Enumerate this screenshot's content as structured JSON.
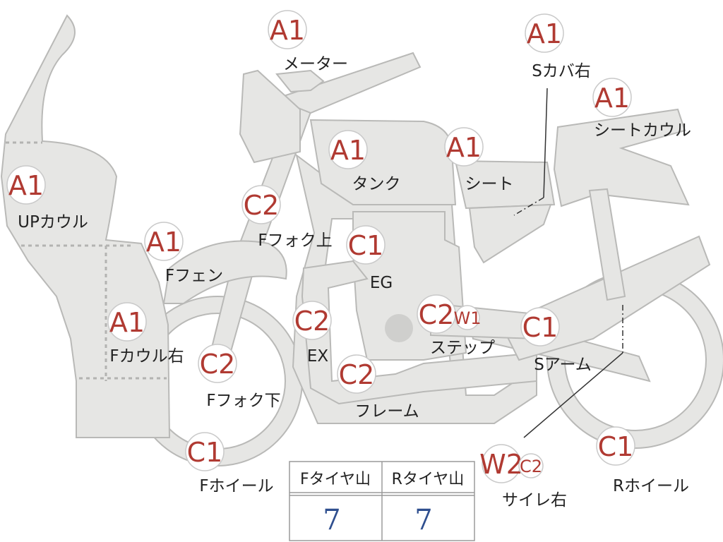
{
  "parts": [
    {
      "id": "up-cowl",
      "grade": "A1",
      "label": "UPカウル"
    },
    {
      "id": "f-cowl-right",
      "grade": "A1",
      "label": "Fカウル右"
    },
    {
      "id": "f-fender",
      "grade": "A1",
      "label": "Fフェン"
    },
    {
      "id": "f-fork-upper",
      "grade": "C2",
      "label": "Fフォク上"
    },
    {
      "id": "f-fork-lower",
      "grade": "C2",
      "label": "Fフォク下"
    },
    {
      "id": "f-wheel",
      "grade": "C1",
      "label": "Fホイール"
    },
    {
      "id": "meter",
      "grade": "A1",
      "label": "メーター"
    },
    {
      "id": "tank",
      "grade": "A1",
      "label": "タンク"
    },
    {
      "id": "seat",
      "grade": "A1",
      "label": "シート"
    },
    {
      "id": "s-cover-right",
      "grade": "A1",
      "label": "Sカバ右"
    },
    {
      "id": "seat-cowl",
      "grade": "A1",
      "label": "シートカウル"
    },
    {
      "id": "engine",
      "grade": "C1",
      "label": "EG"
    },
    {
      "id": "exhaust",
      "grade": "C2",
      "label": "EX"
    },
    {
      "id": "step",
      "grade": "C2",
      "grade2": "W1",
      "label": "ステップ"
    },
    {
      "id": "frame",
      "grade": "C2",
      "label": "フレーム"
    },
    {
      "id": "swing-arm",
      "grade": "C1",
      "label": "Sアーム"
    },
    {
      "id": "muffler-right",
      "grade": "W2",
      "grade2": "C2",
      "label": "サイレ右"
    },
    {
      "id": "r-wheel",
      "grade": "C1",
      "label": "Rホイール"
    }
  ],
  "tire_table": {
    "front_label": "Fタイヤ山",
    "rear_label": "Rタイヤ山",
    "front_value": "7",
    "rear_value": "7"
  },
  "colors": {
    "grade_text": "#b03a32",
    "part_fill": "#e6e6e4",
    "tire_value": "#2f4f8f"
  }
}
